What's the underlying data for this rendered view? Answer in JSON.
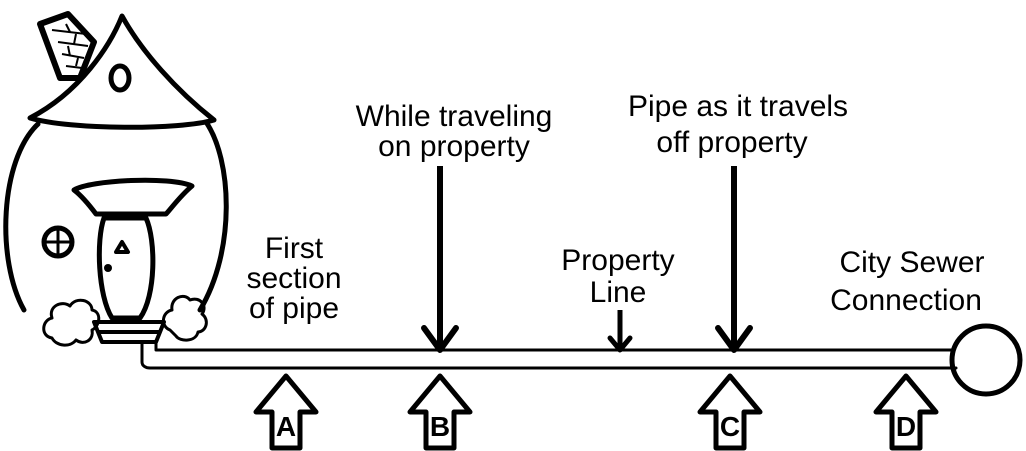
{
  "labels": {
    "first_section_line1": "First",
    "first_section_line2": "section",
    "first_section_line3": "of pipe",
    "while_traveling_line1": "While traveling",
    "while_traveling_line2": "on property",
    "property_line_line1": "Property",
    "property_line_line2": "Line",
    "off_property_line1": "Pipe as it travels",
    "off_property_line2": "off property",
    "city_sewer_line1": "City Sewer",
    "city_sewer_line2": "Connection"
  },
  "markers": [
    "A",
    "B",
    "C",
    "D"
  ],
  "colors": {
    "ink": "#000000",
    "paper": "#ffffff"
  }
}
